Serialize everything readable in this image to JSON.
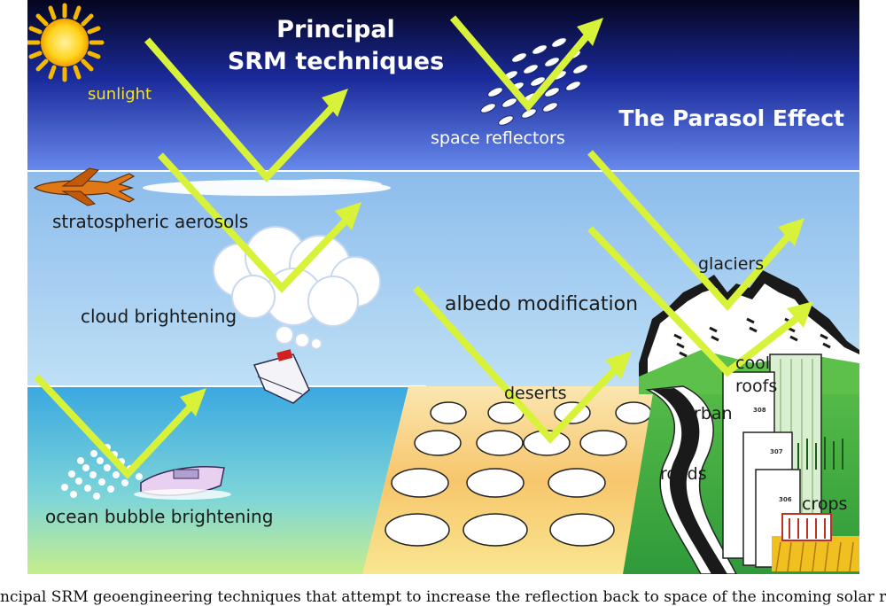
{
  "figure": {
    "title_line1": "Principal",
    "title_line2": "SRM techniques",
    "subtitle": "The Parasol Effect",
    "labels": {
      "sunlight": "sunlight",
      "space_reflectors": "space reflectors",
      "stratospheric_aerosols": "stratospheric aerosols",
      "cloud_brightening": "cloud brightening",
      "ocean_bubble_brightening": "ocean bubble brightening",
      "albedo_modification": "albedo modification",
      "deserts": "deserts",
      "glaciers": "glaciers",
      "cool": "cool",
      "roofs": "roofs",
      "urban": "urban",
      "roads": "roads",
      "crops": "crops"
    },
    "building_numbers": [
      "308",
      "307",
      "306"
    ],
    "colors": {
      "arrow": "#d8f23a",
      "space_top": "#0a0a2a",
      "space_bottom": "#5a7ae8",
      "sky": "#9ec8f0",
      "ocean": "#66c8e0",
      "desert": "#f5c070",
      "land": "#48b048"
    }
  },
  "caption": {
    "text": "ncipal SRM geoengineering techniques that attempt to increase the reflection back to space of the incoming solar radia"
  }
}
